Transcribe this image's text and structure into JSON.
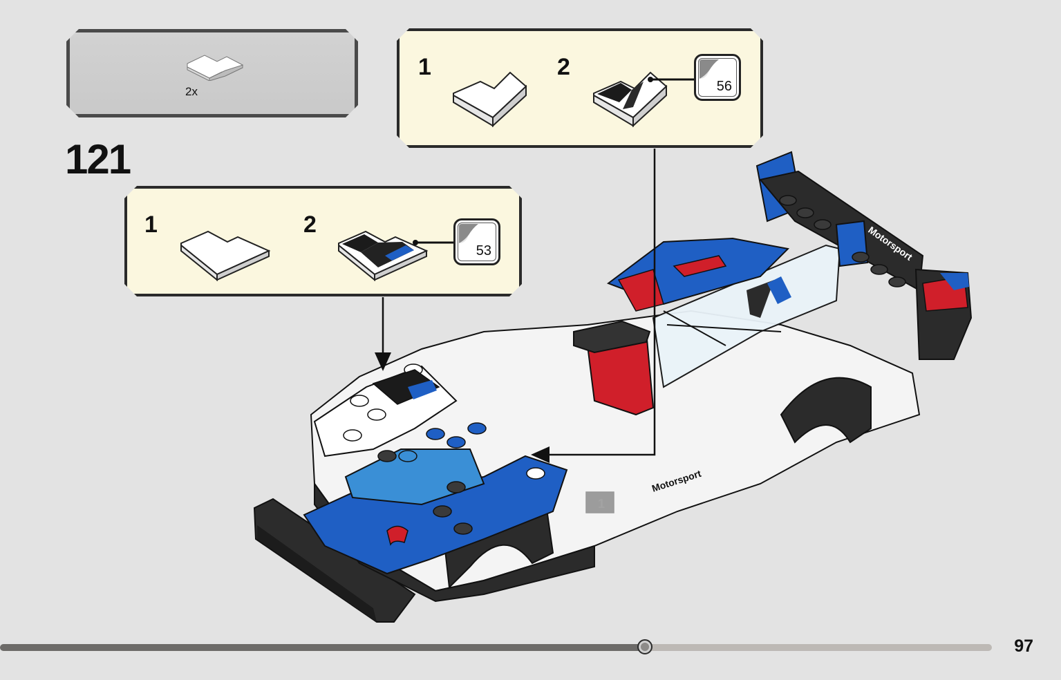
{
  "parts_list": {
    "quantity": "2x"
  },
  "step": {
    "number": "121"
  },
  "subassembly_top": {
    "substep_1": "1",
    "substep_2": "2",
    "sticker": "56"
  },
  "subassembly_left": {
    "substep_1": "1",
    "substep_2": "2",
    "sticker": "53"
  },
  "model": {
    "decal_text": "Motorsport",
    "car_number": "1"
  },
  "progress": {
    "fraction": 0.65
  },
  "page": {
    "number": "97"
  },
  "colors": {
    "background": "#e3e3e3",
    "callout": "#fbf7df",
    "parts_box": "#cccccc",
    "bmw_blue": "#1f5fc4",
    "bmw_red": "#d01f2a"
  },
  "icons": [
    "tile-corner-icon",
    "sticker-icon",
    "arrow-icon"
  ]
}
